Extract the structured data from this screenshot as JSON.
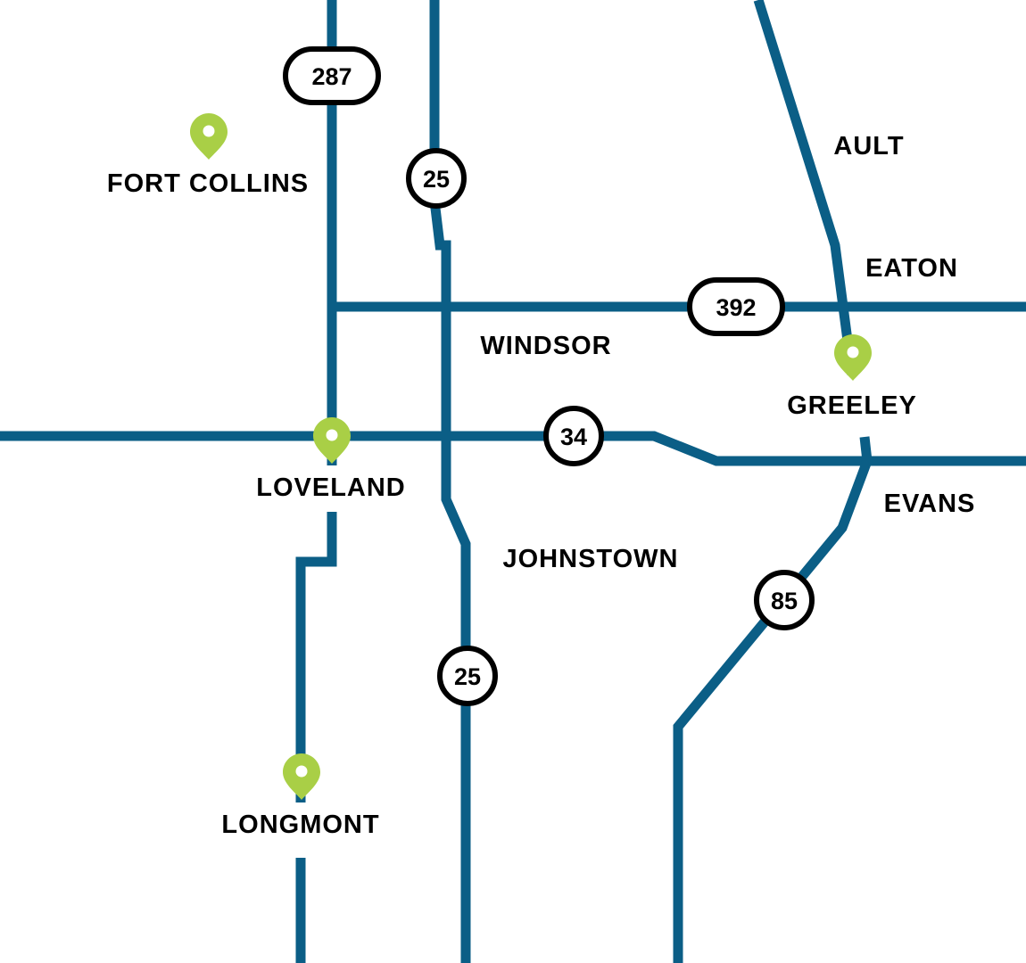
{
  "map": {
    "colors": {
      "road": "#0b5e86",
      "pin": "#a9cf46",
      "shield_outline": "#000000",
      "background": "#ffffff",
      "text": "#000000"
    },
    "highways": {
      "us287": "287",
      "i25_north": "25",
      "i25_south": "25",
      "hwy392": "392",
      "us34": "34",
      "us85": "85"
    },
    "towns": {
      "fort_collins": "FORT COLLINS",
      "ault": "AULT",
      "eaton": "EATON",
      "windsor": "WINDSOR",
      "greeley": "GREELEY",
      "loveland": "LOVELAND",
      "evans": "EVANS",
      "johnstown": "JOHNSTOWN",
      "longmont": "LONGMONT"
    },
    "pins": [
      "fort-collins",
      "greeley",
      "loveland",
      "longmont"
    ],
    "pin_icon": "map-pin-icon"
  }
}
